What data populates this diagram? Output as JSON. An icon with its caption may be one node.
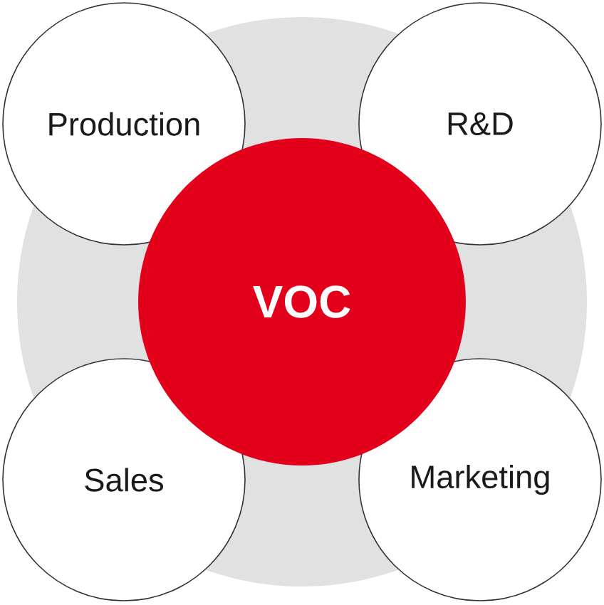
{
  "diagram": {
    "nodes": [
      {
        "text": [],
        "shape": "circle"
      },
      {
        "text": [
          "Production"
        ]
      },
      {
        "text": [
          "R&D"
        ]
      },
      {
        "text": [
          "VOC"
        ],
        "in": 0
      },
      {
        "text": [
          "Sales"
        ]
      },
      {
        "text": [
          "Marketing"
        ]
      }
    ]
  }
}
